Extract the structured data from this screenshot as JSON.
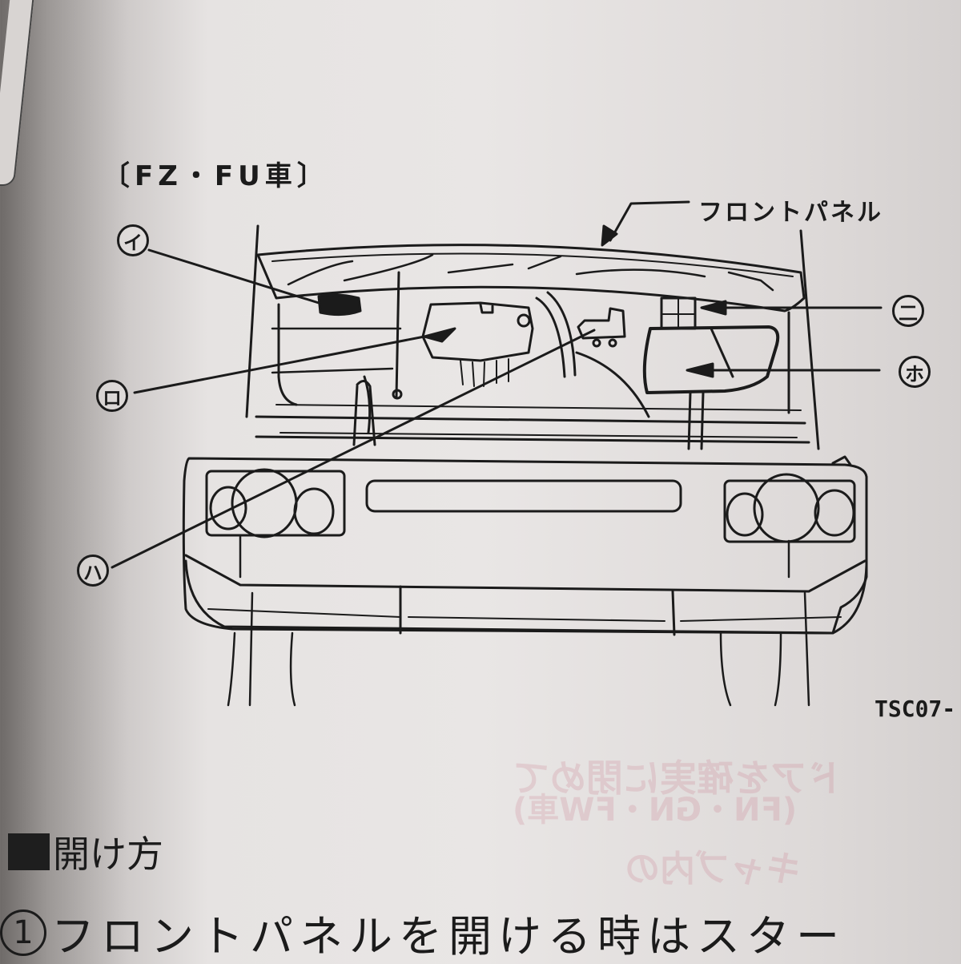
{
  "document": {
    "type": "vehicle owner's manual page (photo)",
    "section_caption": "〔FZ・FU車〕",
    "figure": {
      "subject": "truck front view with front panel opened",
      "pointer_label": "フロントパネル",
      "callouts": [
        {
          "id": "i",
          "symbol": "イ"
        },
        {
          "id": "ro",
          "symbol": "ロ"
        },
        {
          "id": "ha",
          "symbol": "ハ"
        },
        {
          "id": "ni",
          "symbol": "二"
        },
        {
          "id": "ho",
          "symbol": "ホ"
        }
      ],
      "figure_code": "TSC07-"
    },
    "heading": "開け方",
    "steps": [
      {
        "number": "1",
        "text": "フロントパネルを開ける時はスター"
      }
    ],
    "show_through": {
      "line1": "(FN・GN・FW車)",
      "line2": "ドアを確実に閉めて",
      "line3": "キャブ内の"
    }
  },
  "colors": {
    "ink": "#1b1b1b",
    "paper": "#e9e6e5",
    "show_through_pink": "#c87887"
  }
}
